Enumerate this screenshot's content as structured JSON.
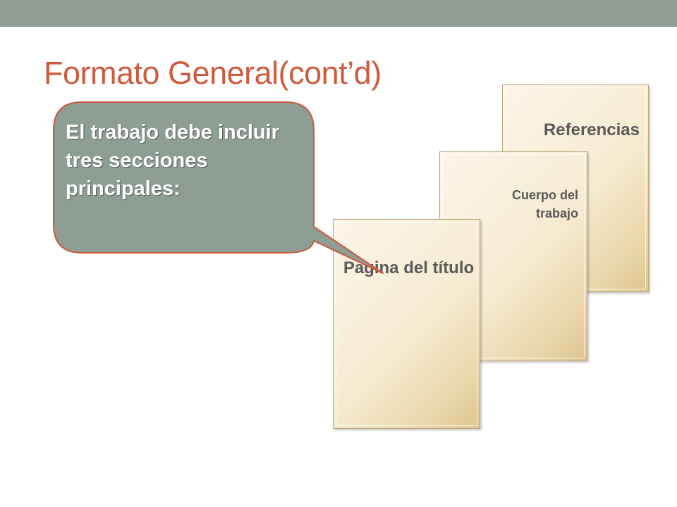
{
  "slide": {
    "title": "Formato General(cont’d)"
  },
  "callout": {
    "text": "El trabajo debe incluir tres secciones principales:"
  },
  "pages": {
    "references": "Referencias",
    "body": "Cuerpo del trabajo",
    "title_page": "Pagina del título"
  },
  "colors": {
    "title": "#cf5b3d",
    "top_bar": "#919e94",
    "callout_fill": "#8f9e95",
    "callout_border": "#c9583f",
    "page_fill_light": "#fcf6e9",
    "page_fill_dark": "#dcc48e"
  }
}
